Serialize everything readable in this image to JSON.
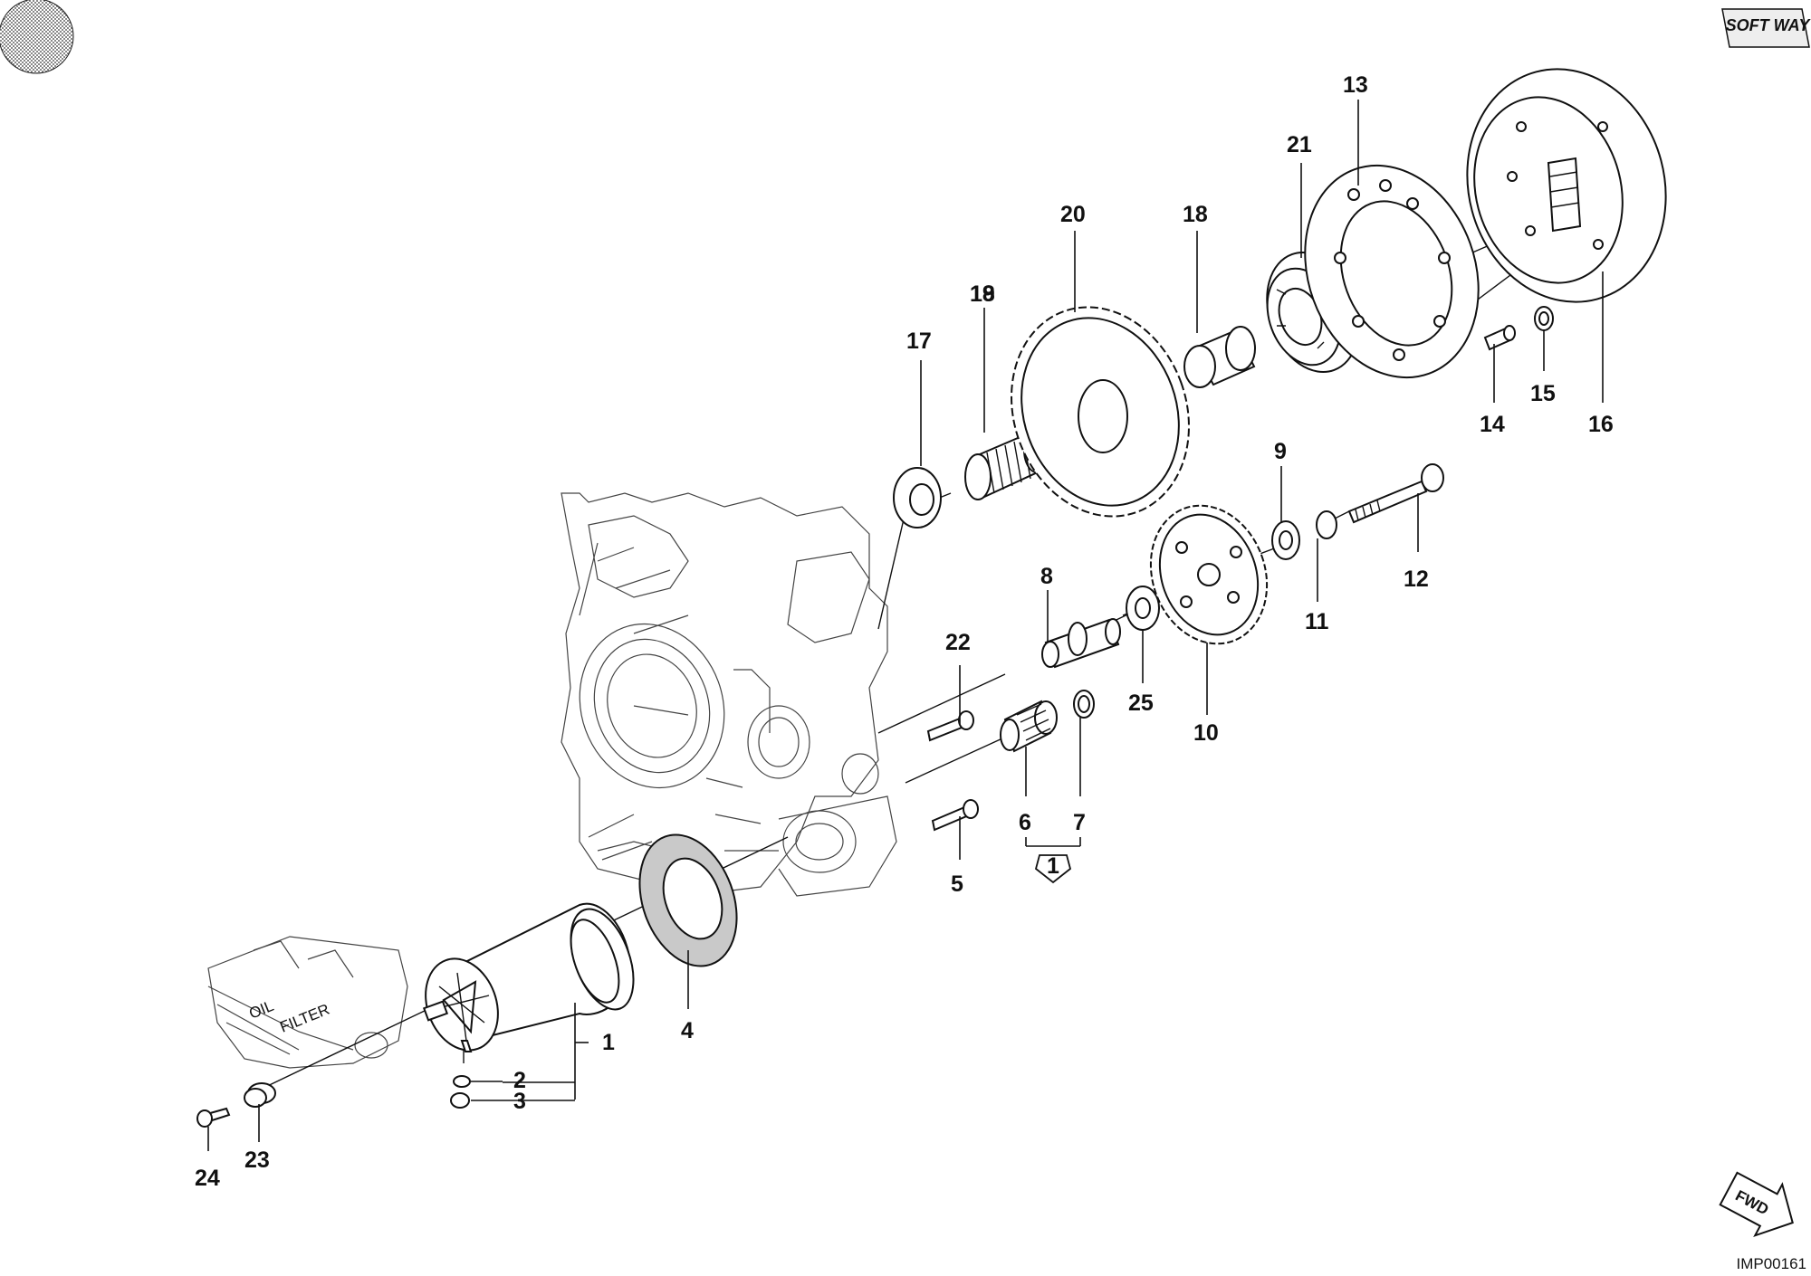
{
  "diagram": {
    "image_code": "IMP00161",
    "brand_logo_text": "SOFT WAY",
    "fwd_badge_text": "FWD",
    "engine_labels": [
      "OIL",
      "FILTER"
    ],
    "kit_reference": "1",
    "callouts": [
      {
        "id": "c1",
        "label": "1"
      },
      {
        "id": "c2",
        "label": "2"
      },
      {
        "id": "c3",
        "label": "3"
      },
      {
        "id": "c4",
        "label": "4"
      },
      {
        "id": "c5",
        "label": "5"
      },
      {
        "id": "c6",
        "label": "6"
      },
      {
        "id": "c7",
        "label": "7"
      },
      {
        "id": "c8",
        "label": "8"
      },
      {
        "id": "c9",
        "label": "9"
      },
      {
        "id": "c10",
        "label": "10"
      },
      {
        "id": "c11",
        "label": "11"
      },
      {
        "id": "c12",
        "label": "12"
      },
      {
        "id": "c13",
        "label": "13"
      },
      {
        "id": "c14",
        "label": "14"
      },
      {
        "id": "c15",
        "label": "15"
      },
      {
        "id": "c16",
        "label": "16"
      },
      {
        "id": "c17",
        "label": "17"
      },
      {
        "id": "c18",
        "label": "18"
      },
      {
        "id": "c19",
        "label": "19"
      },
      {
        "id": "c20",
        "label": "20"
      },
      {
        "id": "c21",
        "label": "21"
      },
      {
        "id": "c22",
        "label": "22"
      },
      {
        "id": "c23",
        "label": "23"
      },
      {
        "id": "c24",
        "label": "24"
      },
      {
        "id": "c25",
        "label": "25"
      }
    ]
  }
}
